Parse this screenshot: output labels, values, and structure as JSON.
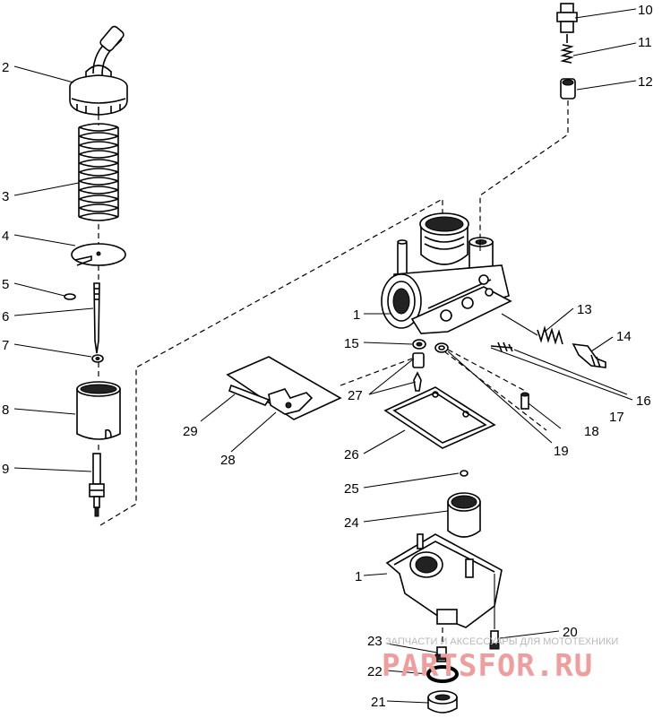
{
  "callouts": [
    {
      "id": "c10",
      "text": "10"
    },
    {
      "id": "c11",
      "text": "11"
    },
    {
      "id": "c12",
      "text": "12"
    },
    {
      "id": "c2",
      "text": "2"
    },
    {
      "id": "c3",
      "text": "3"
    },
    {
      "id": "c4",
      "text": "4"
    },
    {
      "id": "c5",
      "text": "5"
    },
    {
      "id": "c6",
      "text": "6"
    },
    {
      "id": "c7",
      "text": "7"
    },
    {
      "id": "c8",
      "text": "8"
    },
    {
      "id": "c9",
      "text": "9"
    },
    {
      "id": "c1a",
      "text": "1"
    },
    {
      "id": "c13",
      "text": "13"
    },
    {
      "id": "c14",
      "text": "14"
    },
    {
      "id": "c15",
      "text": "15"
    },
    {
      "id": "c16",
      "text": "16"
    },
    {
      "id": "c17",
      "text": "17"
    },
    {
      "id": "c18",
      "text": "18"
    },
    {
      "id": "c19",
      "text": "19"
    },
    {
      "id": "c27",
      "text": "27"
    },
    {
      "id": "c29",
      "text": "29"
    },
    {
      "id": "c28",
      "text": "28"
    },
    {
      "id": "c26",
      "text": "26"
    },
    {
      "id": "c25",
      "text": "25"
    },
    {
      "id": "c24",
      "text": "24"
    },
    {
      "id": "c1b",
      "text": "1"
    },
    {
      "id": "c20",
      "text": "20"
    },
    {
      "id": "c23",
      "text": "23"
    },
    {
      "id": "c22",
      "text": "22"
    },
    {
      "id": "c21",
      "text": "21"
    }
  ],
  "watermark": {
    "tagline": "ЗАПЧАСТИ И АКСЕССУАРЫ ДЛЯ МОТОТЕХНИКИ",
    "brand": "PARTSFOR.RU"
  }
}
